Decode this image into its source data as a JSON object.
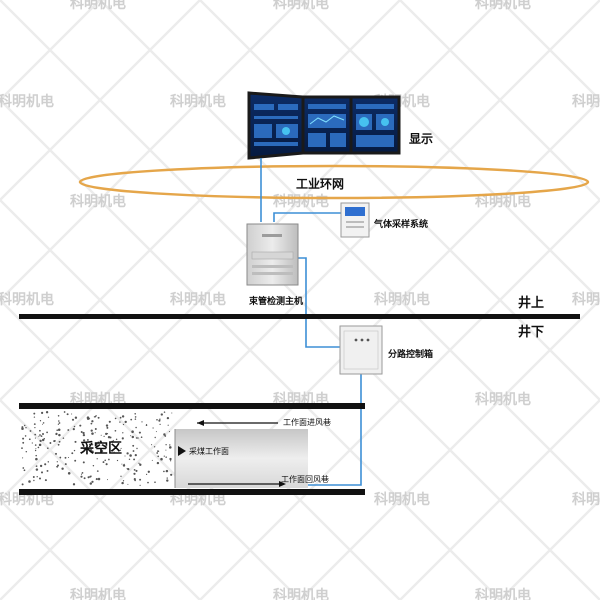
{
  "watermark": "科明机电",
  "labels": {
    "display": "显示",
    "network": "工业环网",
    "gas_sampling": "气体采样系统",
    "host": "束管检测主机",
    "surface": "井上",
    "underground": "井下",
    "branch_box": "分路控制箱",
    "goaf": "采空区",
    "mining_face": "采煤工作面",
    "intake_roadway": "工作面进风巷",
    "return_roadway": "工作面回风巷"
  },
  "colors": {
    "cable": "#3d8fd6",
    "ring": "#e5a64a",
    "watermark": "#cfcfcf"
  }
}
